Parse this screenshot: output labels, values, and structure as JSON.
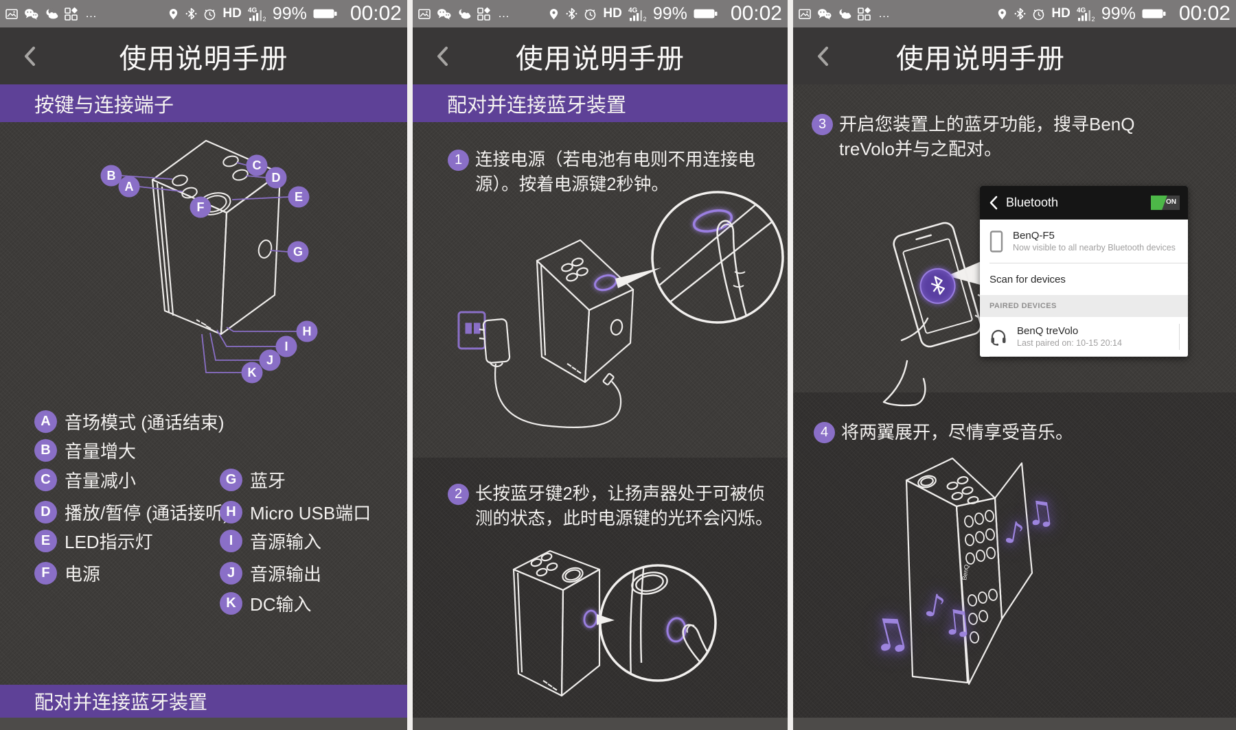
{
  "colors": {
    "purple_banner": "#5e4197",
    "purple_label": "#8a6fc7",
    "glow": "#9b7fe2"
  },
  "status": {
    "time": "00:02",
    "battery": "99%",
    "hd": "HD",
    "net": "4G",
    "net_sub": "2",
    "more": "…"
  },
  "header": {
    "title": "使用说明手册"
  },
  "panel1": {
    "banner": "按键与连接端子",
    "bottom_banner": "配对并连接蓝牙装置",
    "legend": [
      {
        "k": "A",
        "t": "音场模式 (通话结束)"
      },
      {
        "k": "B",
        "t": "音量增大"
      },
      {
        "k": "C",
        "t": "音量减小"
      },
      {
        "k": "D",
        "t": "播放/暂停 (通话接听)"
      },
      {
        "k": "E",
        "t": "LED指示灯"
      },
      {
        "k": "F",
        "t": "电源"
      },
      {
        "k": "G",
        "t": "蓝牙"
      },
      {
        "k": "H",
        "t": "Micro USB端口"
      },
      {
        "k": "I",
        "t": "音源输入"
      },
      {
        "k": "J",
        "t": "音源输出"
      },
      {
        "k": "K",
        "t": "DC输入"
      }
    ]
  },
  "panel2": {
    "banner": "配对并连接蓝牙装置",
    "steps": [
      {
        "num": "1",
        "text": "连接电源（若电池有电则不用连接电源）。按着电源键2秒钟。"
      },
      {
        "num": "2",
        "text": "长按蓝牙键2秒，让扬声器处于可被侦测的状态，此时电源键的光环会闪烁。"
      }
    ]
  },
  "panel3": {
    "steps": [
      {
        "num": "3",
        "text": "开启您装置上的蓝牙功能，搜寻BenQ treVolo并与之配对。"
      },
      {
        "num": "4",
        "text": "将两翼展开，尽情享受音乐。"
      }
    ],
    "bt": {
      "title": "Bluetooth",
      "on": "ON",
      "name": "BenQ-F5",
      "status": "Now visible to all nearby Bluetooth devices",
      "scan": "Scan for devices",
      "section": "PAIRED DEVICES",
      "paired": "BenQ treVolo",
      "paired_sub": "Last paired on: 10-15 20:14"
    },
    "logo": "BenQ",
    "notes": [
      "♫",
      "♪",
      "♫",
      "♪",
      "♫"
    ]
  }
}
